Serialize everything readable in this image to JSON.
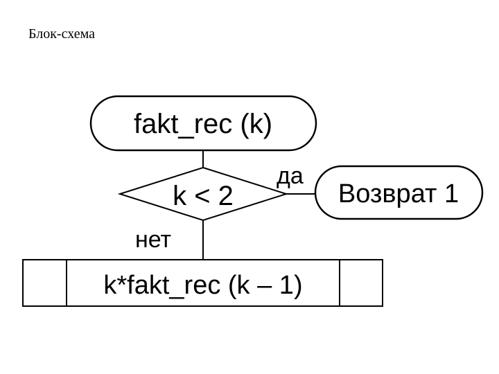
{
  "page": {
    "title": "Блок-схема"
  },
  "flowchart": {
    "start_terminal": "fakt_rec (k)",
    "decision": "k < 2",
    "yes_label": "да",
    "no_label": "нет",
    "return_terminal": "Возврат 1",
    "process": "k*fakt_rec (k – 1)"
  }
}
